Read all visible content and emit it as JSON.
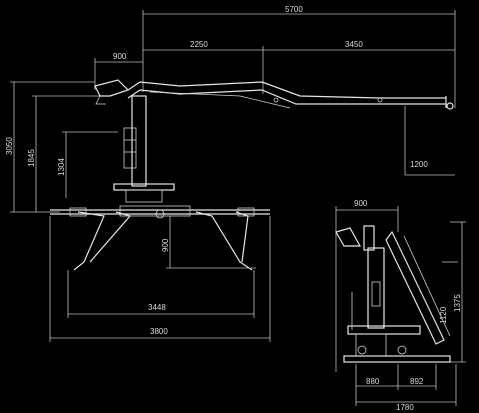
{
  "diagram": {
    "main_view": {
      "dimensions": {
        "overall_reach": "5700",
        "jib_offset": "900",
        "boom_section_1": "2250",
        "boom_section_2": "3450",
        "tip_drop": "1200",
        "height_max": "3050",
        "height_mid": "1845",
        "height_low": "1304",
        "outrigger_depth": "900",
        "outrigger_span_inner": "3448",
        "outrigger_span_outer": "3800"
      }
    },
    "transport_view": {
      "dimensions": {
        "top_width": "900",
        "height": "1375",
        "height_upper": "1120",
        "bottom_left": "880",
        "bottom_right": "892",
        "total_width": "1780"
      }
    }
  }
}
